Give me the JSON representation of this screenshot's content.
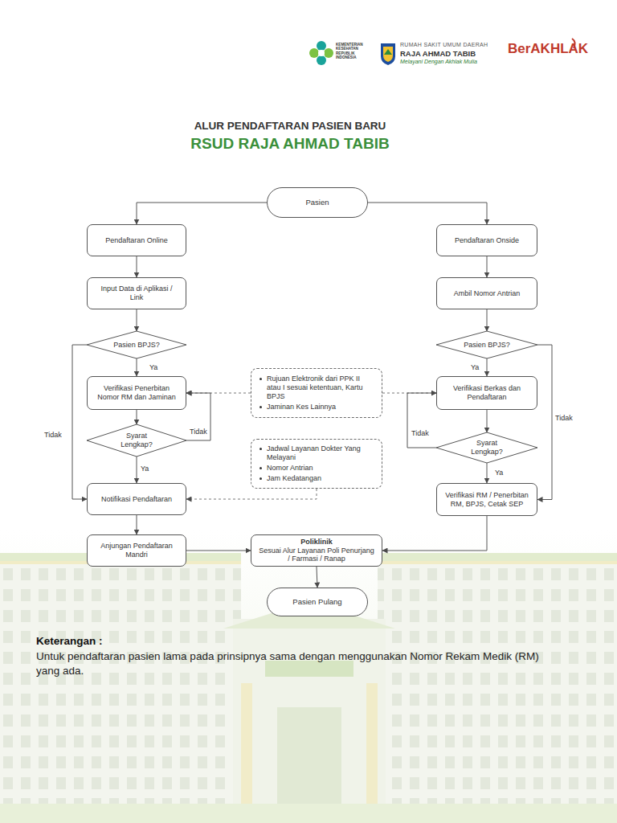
{
  "diagram": {
    "title": "ALUR PENDAFTARAN PASIEN BARU",
    "nodes": [
      {
        "text": [
          "Pasien"
        ]
      },
      {
        "text": [
          "Pendaftaran Online"
        ]
      },
      {
        "text": [
          "Pendaftaran Onside"
        ]
      },
      {
        "text": [
          "Input Data di Aplikasi / Link"
        ]
      },
      {
        "text": [
          "Ambil Nomor Antrian"
        ]
      },
      {
        "text": [
          "Pasien BPJS?"
        ]
      },
      {
        "text": [
          "Pasien BPJS?"
        ]
      },
      {
        "text": [
          "Verifikasi Penerbitan Nomor RM dan Jaminan"
        ]
      },
      {
        "text": [
          "Rujuan Elektronik dari PPK II atau I sesuai ketentuan, Kartu BPJS",
          "Jaminan Kes Lainnya"
        ]
      },
      {
        "text": [
          "Verifikasi Berkas dan Pendaftaran"
        ]
      },
      {
        "text": [
          "Syarat Lengkap?"
        ]
      },
      {
        "text": [
          "Syarat Lengkap?"
        ]
      },
      {
        "text": [
          "Jadwal Layanan Dokter Yang Melayani",
          "Nomor Antrian",
          "Jam Kedatangan"
        ]
      },
      {
        "text": [
          "Notifikasi Pendaftaran"
        ]
      },
      {
        "text": [
          "Verifikasi RM / Penerbitan RM, BPJS, Cetak SEP"
        ]
      },
      {
        "text": [
          "Anjungan Pendaftaran Mandri"
        ]
      },
      {
        "text": [
          "Poliklinik",
          "Sesuai Alur Layanan Poli Penurjang / Farmasi / Ranap"
        ]
      },
      {
        "text": [
          "Pasien Pulang"
        ]
      }
    ],
    "edges": [
      {
        "from": 0,
        "to": 1,
        "arrow": "to"
      },
      {
        "from": 0,
        "to": 2,
        "arrow": "to"
      },
      {
        "from": 1,
        "to": 3,
        "arrow": "to"
      },
      {
        "from": 2,
        "to": 4,
        "arrow": "to"
      },
      {
        "from": 3,
        "to": 5,
        "arrow": "to"
      },
      {
        "from": 4,
        "to": 6,
        "arrow": "to"
      },
      {
        "from": 5,
        "to": 7,
        "label": "Ya",
        "arrow": "to"
      },
      {
        "from": 5,
        "to": 13,
        "label": "Tidak",
        "arrow": "to"
      },
      {
        "from": 8,
        "to": 7,
        "arrow": "to"
      },
      {
        "from": 8,
        "to": 9,
        "arrow": "to"
      },
      {
        "from": 6,
        "to": 9,
        "label": "Ya",
        "arrow": "to"
      },
      {
        "from": 6,
        "to": 14,
        "label": "Tidak",
        "arrow": "to"
      },
      {
        "from": 7,
        "to": 10,
        "arrow": "to"
      },
      {
        "from": 10,
        "to": 7,
        "label": "Tidak",
        "arrow": "to"
      },
      {
        "from": 10,
        "to": 13,
        "label": "Ya",
        "arrow": "to"
      },
      {
        "from": 9,
        "to": 11,
        "arrow": "to"
      },
      {
        "from": 11,
        "to": 9,
        "label": "Tidak",
        "arrow": "to"
      },
      {
        "from": 11,
        "to": 14,
        "label": "Ya",
        "arrow": "to"
      },
      {
        "from": 12,
        "to": 13,
        "arrow": "to"
      },
      {
        "from": 13,
        "to": 15,
        "arrow": "to"
      },
      {
        "from": 15,
        "to": 16,
        "arrow": "to"
      },
      {
        "from": 14,
        "to": 16,
        "arrow": "to"
      },
      {
        "from": 16,
        "to": 17,
        "arrow": "to"
      }
    ],
    "labels": [
      "KEMENTERIAN KESEHATAN REPUBLIK INDONESIA",
      "RUMAH SAKIT UMUM DAERAH",
      "RAJA AHMAD TABIB",
      "Melayani Dengan Akhlak Mulia",
      "BerAKHLAK",
      "RSUD RAJA AHMAD TABIB",
      "Keterangan :",
      "Untuk pendaftaran pasien lama pada prinsipnya sama dengan menggunakan Nomor Rekam Medik (RM) yang ada."
    ]
  }
}
